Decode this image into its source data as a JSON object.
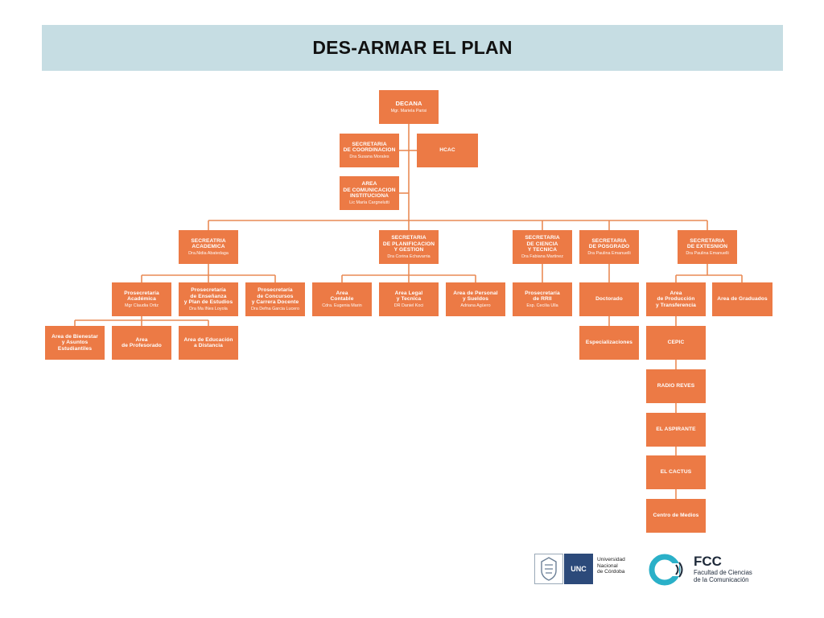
{
  "title": "DES-ARMAR EL PLAN",
  "nodes": [
    {
      "id": "decana",
      "label": "DECANA",
      "sub": "Mgr. Mariela Parisi"
    },
    {
      "id": "sec_coord",
      "label": "SECRETARIA\nDE COORDINACION",
      "sub": "Dra Susana Morales"
    },
    {
      "id": "hcac",
      "label": "HCAC",
      "sub": ""
    },
    {
      "id": "area_com",
      "label": "AREA\nDE COMUNICACION\nINSTITUCIONA",
      "sub": "Lic María Cargnelutti"
    },
    {
      "id": "sec_acad",
      "label": "SECREATRIA\nACADEMICA",
      "sub": "Dra.Nidia Abatedaga"
    },
    {
      "id": "sec_plan",
      "label": "SECRETARIA\nDE PLANIFICACION\nY GESTION",
      "sub": "Dra Corina Echavarria"
    },
    {
      "id": "sec_cien",
      "label": "SECRETARIA\nDE CIENCIA\nY TECNICA",
      "sub": "Dra Fabiana Martinez"
    },
    {
      "id": "sec_pos",
      "label": "SECRETARIA\nDE POSGRADO",
      "sub": "Dra Paulina Emanuelli"
    },
    {
      "id": "sec_ext",
      "label": "SECRETARIA\nDE EXTESNION",
      "sub": "Dra Paulina Emanuelli"
    },
    {
      "id": "pro_acad",
      "label": "Prosecretaría\nAcadémica",
      "sub": "Mgr Claudia Ortiz"
    },
    {
      "id": "pro_ens",
      "label": "Prosecretaría\nde Enseñanza\ny Plan de Estudios",
      "sub": "Dra Ma INes Loyola"
    },
    {
      "id": "pro_conc",
      "label": "Prosecretaría\nde Concursos\ny Carrera Docente",
      "sub": "Dra Defna Garcia Lucero"
    },
    {
      "id": "area_cont",
      "label": "Area\nContable",
      "sub": "Cdra. Eugenia Marin"
    },
    {
      "id": "area_legal",
      "label": "Area Legal\ny Tecnica",
      "sub": "DR Daniel Koci"
    },
    {
      "id": "area_pers",
      "label": "Area de Personal\ny Sueldos",
      "sub": "Adriana Agüero"
    },
    {
      "id": "pro_rrii",
      "label": "Prosecretaría\nde RRII",
      "sub": "Esp. Cecilia Ulla"
    },
    {
      "id": "doctorado",
      "label": "Doctorado",
      "sub": ""
    },
    {
      "id": "area_prod",
      "label": "Area\nde Producción\ny Transferencia",
      "sub": ""
    },
    {
      "id": "area_grad",
      "label": "Area de Graduados",
      "sub": ""
    },
    {
      "id": "area_bien",
      "label": "Area de Bienestar\ny Asuntos Estudiantiles",
      "sub": ""
    },
    {
      "id": "area_prof",
      "label": "Area\nde Profesorado",
      "sub": ""
    },
    {
      "id": "area_edu",
      "label": "Area de Educación\na Distancia",
      "sub": ""
    },
    {
      "id": "especial",
      "label": "Especializaciones",
      "sub": ""
    },
    {
      "id": "cepic",
      "label": "CEPIC",
      "sub": ""
    },
    {
      "id": "radio",
      "label": "RADIO REVES",
      "sub": ""
    },
    {
      "id": "aspirante",
      "label": "EL ASPIRANTE",
      "sub": ""
    },
    {
      "id": "cactus",
      "label": "EL CACTUS",
      "sub": ""
    },
    {
      "id": "medios",
      "label": "Centro de Medios",
      "sub": ""
    }
  ],
  "logos": {
    "unc_abbr": "UNC",
    "unc_name": "Universidad\nNacional\nde Córdoba",
    "fcc_abbr": "FCC",
    "fcc_name": "Facultad de Ciencias\nde la Comunicación"
  },
  "colors": {
    "box": "#ec7a45",
    "connector": "#e98a55",
    "title_bar": "#c6dde3"
  }
}
